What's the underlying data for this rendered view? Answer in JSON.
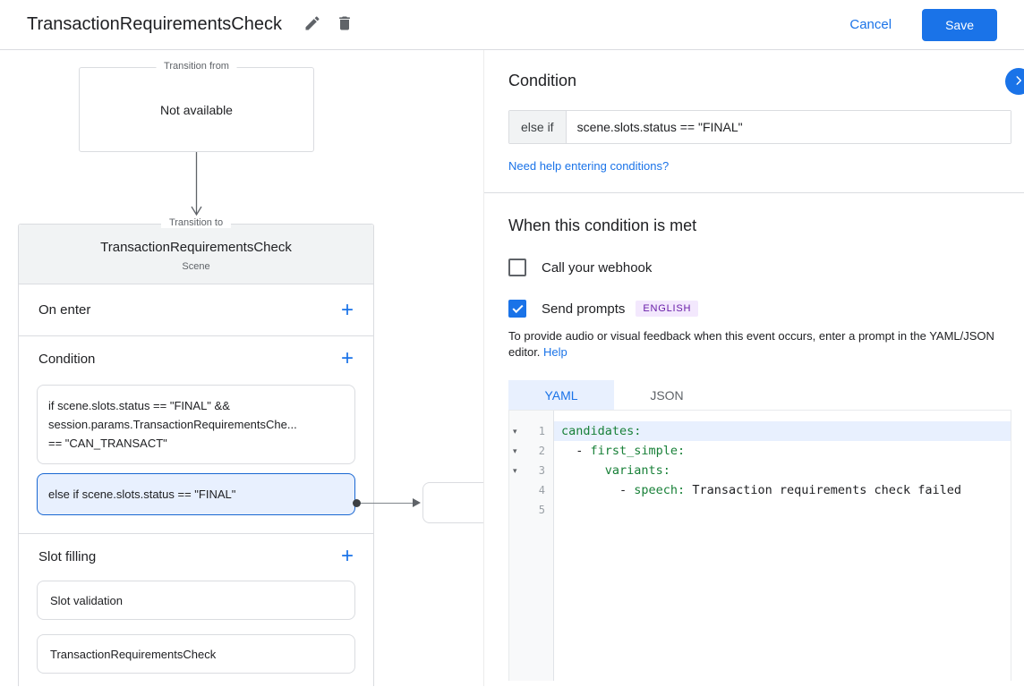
{
  "icons": {
    "plus": "+",
    "fold": "▾"
  },
  "colors": {
    "accent": "#1a73e8",
    "selected_bg": "#e8f0fe",
    "badge_bg": "#f3e8fd",
    "badge_text": "#681da8",
    "yaml_key": "#188038"
  },
  "header": {
    "title": "TransactionRequirementsCheck",
    "cancel_label": "Cancel",
    "save_label": "Save"
  },
  "canvas": {
    "transition_from": {
      "label": "Transition from",
      "content": "Not available"
    },
    "transition_to": {
      "label": "Transition to",
      "title": "TransactionRequirementsCheck",
      "subtitle": "Scene",
      "on_enter": {
        "label": "On enter"
      },
      "condition": {
        "label": "Condition",
        "items": [
          {
            "selected": false,
            "lines": [
              "if scene.slots.status == \"FINAL\" &&",
              "session.params.TransactionRequirementsChe...",
              "== \"CAN_TRANSACT\""
            ]
          },
          {
            "selected": true,
            "lines": [
              "else if scene.slots.status == \"FINAL\""
            ]
          }
        ]
      },
      "slot_filling": {
        "label": "Slot filling",
        "items": [
          "Slot validation",
          "TransactionRequirementsCheck"
        ]
      }
    }
  },
  "panel": {
    "title": "Condition",
    "condition_editor": {
      "prefix": "else if",
      "value": "scene.slots.status == \"FINAL\""
    },
    "help_link": "Need help entering conditions?",
    "when_met": {
      "title": "When this condition is met",
      "webhook": {
        "label": "Call your webhook",
        "checked": false
      },
      "prompts": {
        "label": "Send prompts",
        "checked": true,
        "badge": "ENGLISH"
      },
      "description": "To provide audio or visual feedback when this event occurs, enter a prompt in the YAML/JSON editor.",
      "description_link": "Help"
    },
    "tabs": {
      "yaml": "YAML",
      "json": "JSON",
      "active": "YAML"
    },
    "editor": {
      "lines": [
        {
          "number": "1",
          "fold": true,
          "highlighted": true,
          "segments": [
            {
              "type": "key",
              "text": "candidates:"
            }
          ]
        },
        {
          "number": "2",
          "fold": true,
          "highlighted": false,
          "segments": [
            {
              "type": "plain",
              "text": "  - "
            },
            {
              "type": "key",
              "text": "first_simple:"
            }
          ]
        },
        {
          "number": "3",
          "fold": true,
          "highlighted": false,
          "segments": [
            {
              "type": "plain",
              "text": "      "
            },
            {
              "type": "key",
              "text": "variants:"
            }
          ]
        },
        {
          "number": "4",
          "fold": false,
          "highlighted": false,
          "segments": [
            {
              "type": "plain",
              "text": "        - "
            },
            {
              "type": "key",
              "text": "speech:"
            },
            {
              "type": "plain",
              "text": " Transaction requirements check failed"
            }
          ]
        },
        {
          "number": "5",
          "fold": false,
          "highlighted": false,
          "segments": []
        }
      ]
    }
  }
}
